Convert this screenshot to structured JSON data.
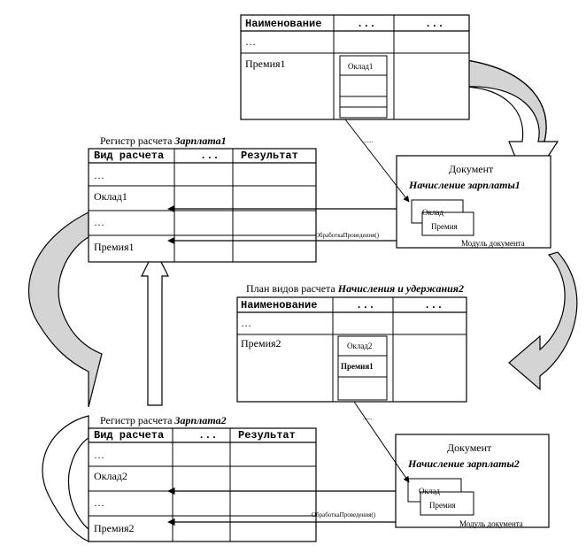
{
  "plan1": {
    "headers": [
      "Наименование",
      "...",
      "..."
    ],
    "rows": [
      "…",
      "Премия1"
    ],
    "subcells": [
      "Оклад1",
      "",
      "",
      ""
    ]
  },
  "register1": {
    "title_prefix": "Регистр расчета ",
    "title_name": "Зарплата1",
    "headers": [
      "Вид расчета",
      "...",
      "Результат"
    ],
    "rows": [
      "…",
      "Оклад1",
      "…",
      "Премия1"
    ]
  },
  "document1": {
    "title": "Документ",
    "name": "Начисление зарплаты1",
    "item_a": "Оклад",
    "item_b": "Премия",
    "module_label": "Модуль документа",
    "handler": "ОбработкаПроведения()",
    "dots": "......"
  },
  "plan2": {
    "title_prefix": "План видов расчета ",
    "title_name": "Начисления и удержания2",
    "headers": [
      "Наименование",
      "...",
      "..."
    ],
    "rows": [
      "…",
      "Премия2"
    ],
    "subcells": [
      "Оклад2",
      "Премия1",
      ""
    ]
  },
  "register2": {
    "title_prefix": "Регистр расчета ",
    "title_name": "Зарплата2",
    "headers": [
      "Вид расчета",
      "...",
      "Результат"
    ],
    "rows": [
      "…",
      "Оклад2",
      "…",
      "Премия2"
    ]
  },
  "document2": {
    "title": "Документ",
    "name": "Начисление зарплаты2",
    "item_a": "Оклад",
    "item_b": "Премия",
    "module_label": "Модуль документа",
    "handler": "ОбработкаПроведения()",
    "dots": "......"
  }
}
